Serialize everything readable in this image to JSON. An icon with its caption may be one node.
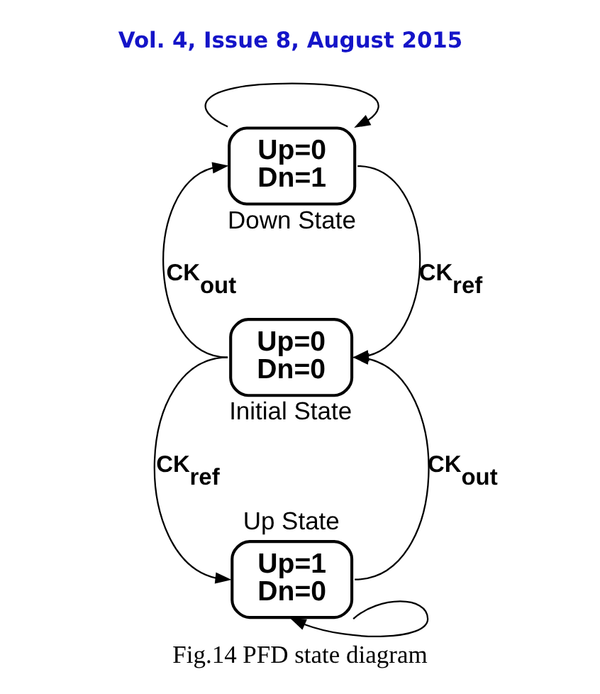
{
  "diagram": {
    "caption": "Fig.14 PFD state diagram",
    "nodes": [
      {
        "text": [
          "Up=0",
          "Dn=1",
          "Down State"
        ]
      },
      {
        "text": [
          "Up=0",
          "Dn=0",
          "Initial State"
        ]
      },
      {
        "text": [
          "Up State",
          "Up=1",
          "Dn=0"
        ]
      }
    ],
    "edges": [
      {
        "from": 0,
        "to": 0,
        "arrow": "to"
      },
      {
        "from": 1,
        "to": 0,
        "arrow": "to",
        "label": "CK$_{out}$"
      },
      {
        "from": 0,
        "to": 1,
        "arrow": "to",
        "label": "CK$_{ref}$"
      },
      {
        "from": 1,
        "to": 2,
        "arrow": "to",
        "label": "CK$_{ref}$"
      },
      {
        "from": 2,
        "to": 1,
        "arrow": "to",
        "label": "CK$_{out}$"
      },
      {
        "from": 2,
        "to": 2,
        "arrow": "to"
      }
    ],
    "labels": [
      "Vol. 4, Issue 8, August 2015"
    ]
  }
}
